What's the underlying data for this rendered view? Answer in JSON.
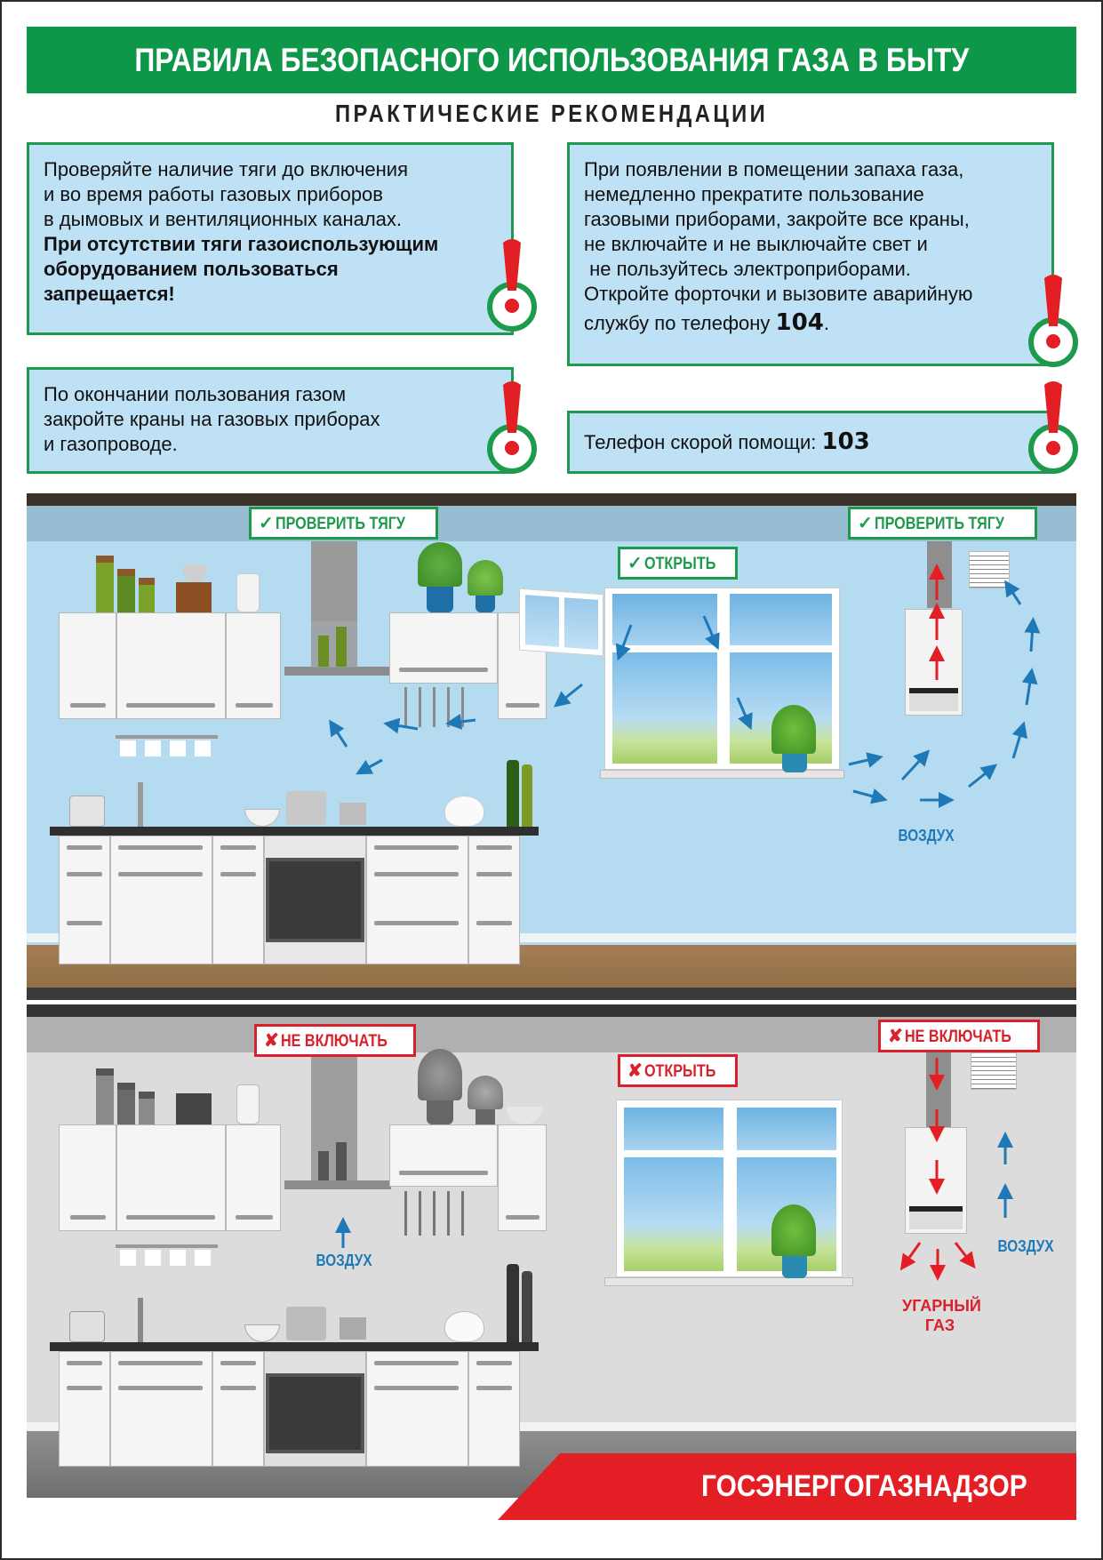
{
  "header": {
    "title": "ПРАВИЛА БЕЗОПАСНОГО ИСПОЛЬЗОВАНИЯ ГАЗА В БЫТУ",
    "subtitle": "ПРАКТИЧЕСКИЕ РЕКОМЕНДАЦИИ"
  },
  "tips": [
    {
      "lines": [
        "Проверяйте наличие тяги до включения",
        "и во время работы газовых приборов",
        "в дымовых и вентиляционных каналах."
      ],
      "bold_lines": [
        "При отсутствии тяги газоиспользующим",
        "оборудованием пользоваться",
        "запрещается!"
      ],
      "icon": "exclamation-icon"
    },
    {
      "lines": [
        "При появлении в помещении запаха газа,",
        "немедленно прекратите пользование",
        "газовыми приборами, закройте все краны,",
        "не включайте и не выключайте свет и",
        " не пользуйтесь электроприборами.",
        "Откройте форточки и вызовите аварийную"
      ],
      "last_line_prefix": "службу по телефону ",
      "phone": "104",
      "last_line_suffix": ".",
      "icon": "exclamation-icon"
    },
    {
      "lines": [
        "По окончании пользования газом",
        "закройте краны на газовых приборах",
        "и газопроводе."
      ],
      "icon": "exclamation-icon"
    },
    {
      "prefix": "Телефон скорой помощи: ",
      "phone": "103",
      "icon": "exclamation-icon"
    }
  ],
  "scene_correct": {
    "tags": {
      "check_draft_hood": "ПРОВЕРИТЬ ТЯГУ",
      "open_window": "ОТКРЫТЬ",
      "check_draft_boiler": "ПРОВЕРИТЬ ТЯГУ"
    },
    "check_mark": "✓",
    "air_label": "ВОЗДУХ"
  },
  "scene_wrong": {
    "tags": {
      "do_not_turn_on_hood": "НЕ ВКЛЮЧАТЬ",
      "open_window": "ОТКРЫТЬ",
      "do_not_turn_on_boiler": "НЕ ВКЛЮЧАТЬ"
    },
    "cross_mark": "✘",
    "air_label_hood": "ВОЗДУХ",
    "air_label_boiler": "ВОЗДУХ",
    "co_label": [
      "УГАРНЫЙ",
      "ГАЗ"
    ]
  },
  "footer": {
    "brand": "ГОСЭНЕРГОГАЗНАДЗОР"
  },
  "colors": {
    "green": "#0e9748",
    "red": "#e31e24",
    "tip_bg": "#bfe1f5",
    "air_blue": "#1f79b8"
  }
}
